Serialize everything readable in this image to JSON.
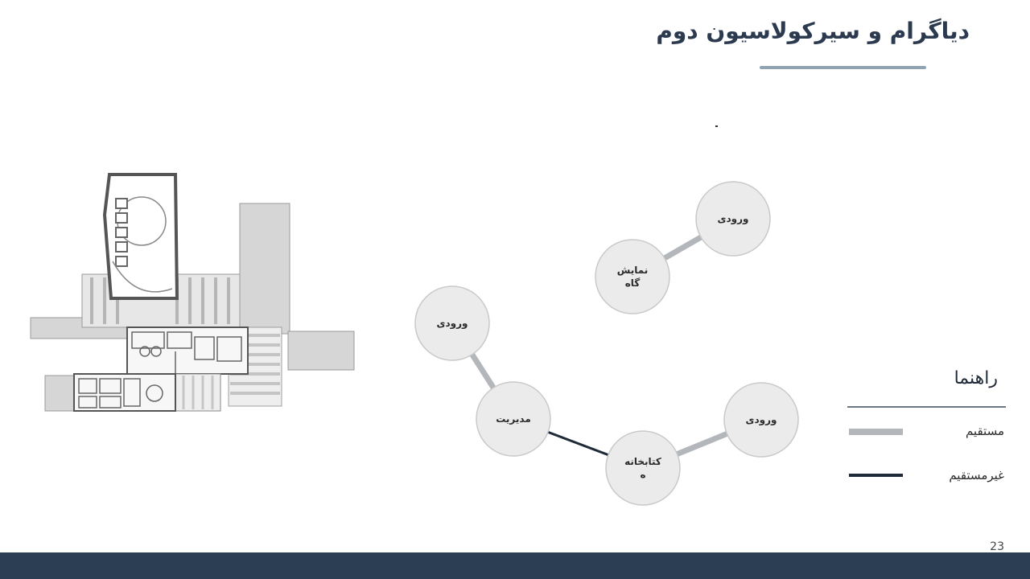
{
  "title": "دیاگرام و سیرکولاسیون دوم",
  "nodes": [
    {
      "id": "n1",
      "label": [
        "ورودی"
      ]
    },
    {
      "id": "n2",
      "label": [
        "نمایش",
        "گاه"
      ]
    },
    {
      "id": "n3",
      "label": [
        "ورودی"
      ]
    },
    {
      "id": "n4",
      "label": [
        "مدیریت"
      ]
    },
    {
      "id": "n5",
      "label": [
        "کتابخانه",
        "ه"
      ]
    },
    {
      "id": "n6",
      "label": [
        "ورودی"
      ]
    }
  ],
  "edges": [
    {
      "from": "n1",
      "to": "n2",
      "type": "direct"
    },
    {
      "from": "n3",
      "to": "n4",
      "type": "direct"
    },
    {
      "from": "n4",
      "to": "n5",
      "type": "indirect"
    },
    {
      "from": "n5",
      "to": "n6",
      "type": "direct"
    }
  ],
  "legend": {
    "title": "راهنما",
    "direct_label": "مستقیم",
    "indirect_label": "غیرمستقیم"
  },
  "colors": {
    "direct": "#b3b6ba",
    "indirect": "#1e2a38",
    "node_fill": "#ebebeb",
    "node_stroke": "#c9c9c9",
    "footer": "#2c3e54"
  },
  "page_number": "23"
}
